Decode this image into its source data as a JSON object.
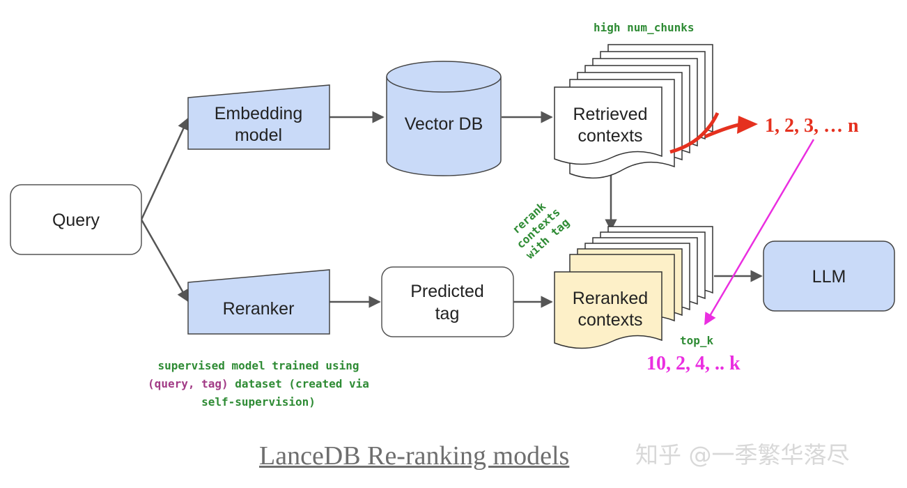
{
  "nodes": {
    "query": "Query",
    "embedding_model": [
      "Embedding",
      "model"
    ],
    "vector_db": "Vector DB",
    "retrieved_contexts": [
      "Retrieved",
      "contexts"
    ],
    "reranker": "Reranker",
    "predicted_tag": [
      "Predicted",
      "tag"
    ],
    "reranked_contexts": [
      "Reranked",
      "contexts"
    ],
    "llm": "LLM"
  },
  "annotations": {
    "high_num_chunks": "high num_chunks",
    "rerank_note": [
      "rerank",
      "contexts",
      "with tag"
    ],
    "supervised_line1": "supervised model trained using",
    "supervised_line2_tuple": "(query, tag)",
    "supervised_line2_rest": " dataset (created via",
    "supervised_line3": "self-supervision)",
    "top_k": "top_k",
    "retrieved_order": "1, 2, 3, … n",
    "reranked_order": "10, 2, 4, .. k"
  },
  "caption": "LanceDB Re-ranking models",
  "watermark": "知乎 @一季繁华落尽",
  "colors": {
    "blue_fill": "#c9daf8",
    "yellow_fill": "#fdf0c8",
    "annotation_green": "#2e8b34",
    "annotation_purple": "#a23b86",
    "red_arrow": "#e5311f",
    "magenta_arrow": "#ea2ee0",
    "arrow_gray": "#555555"
  }
}
